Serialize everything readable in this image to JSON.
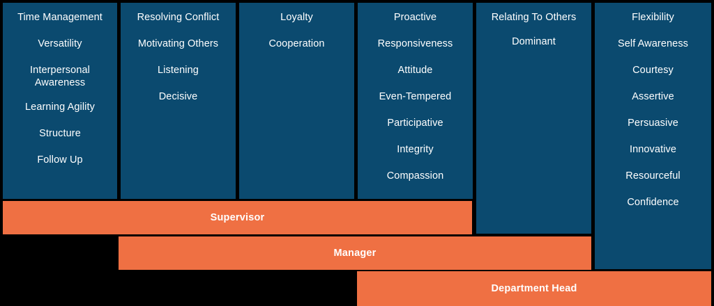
{
  "chart_data": {
    "type": "table",
    "title": "",
    "colors": {
      "column_fill": "#0b4a6f",
      "bar_fill": "#ef7043",
      "text": "#ffffff",
      "background": "#000000"
    },
    "columns": [
      {
        "index": 1,
        "skills": [
          "Time Management",
          "Versatility",
          "Interpersonal Awareness",
          "Learning Agility",
          "Structure",
          "Follow Up"
        ]
      },
      {
        "index": 2,
        "skills": [
          "Resolving Conflict",
          "Motivating Others",
          "Listening",
          "Decisive"
        ]
      },
      {
        "index": 3,
        "skills": [
          "Loyalty",
          "Cooperation"
        ]
      },
      {
        "index": 4,
        "skills": [
          "Proactive",
          "Responsiveness",
          "Attitude",
          "Even-Tempered",
          "Participative",
          "Integrity",
          "Compassion"
        ]
      },
      {
        "index": 5,
        "skills": [
          "Relating To Others",
          "Dominant"
        ]
      },
      {
        "index": 6,
        "skills": [
          "Flexibility",
          "Self Awareness",
          "Courtesy",
          "Assertive",
          "Persuasive",
          "Innovative",
          "Resourceful",
          "Confidence"
        ]
      }
    ],
    "levels": [
      {
        "label": "Supervisor",
        "spans_columns": [
          1,
          2,
          3,
          4
        ]
      },
      {
        "label": "Manager",
        "spans_columns": [
          2,
          3,
          4,
          5
        ]
      },
      {
        "label": "Department Head",
        "spans_columns": [
          4,
          5,
          6
        ]
      }
    ]
  }
}
